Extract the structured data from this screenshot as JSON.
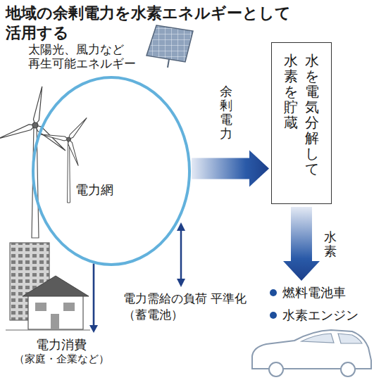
{
  "diagram": {
    "title": "地域の余剰電力を水素エネルギーとして 活用する",
    "nodes": [
      {
        "text": [
          "電力網"
        ]
      },
      {
        "text": [
          "水を電気分解して",
          "水素を貯蔵"
        ]
      },
      {
        "text": [
          "燃料電池車",
          "水素エンジン"
        ]
      },
      {
        "text": [
          "電力消費",
          "（家庭・企業など）"
        ]
      }
    ],
    "edges": [
      {
        "from": 0,
        "to": 1,
        "label": "余剰電力",
        "arrow": "to"
      },
      {
        "from": 1,
        "to": 2,
        "label": "水素",
        "arrow": "to"
      },
      {
        "from": 0,
        "to": 3,
        "arrow": "to"
      }
    ],
    "labels": [
      "太陽光、風力など 再生可能エネルギー",
      "電力需給の負荷 平準化（蓄電池）"
    ]
  }
}
